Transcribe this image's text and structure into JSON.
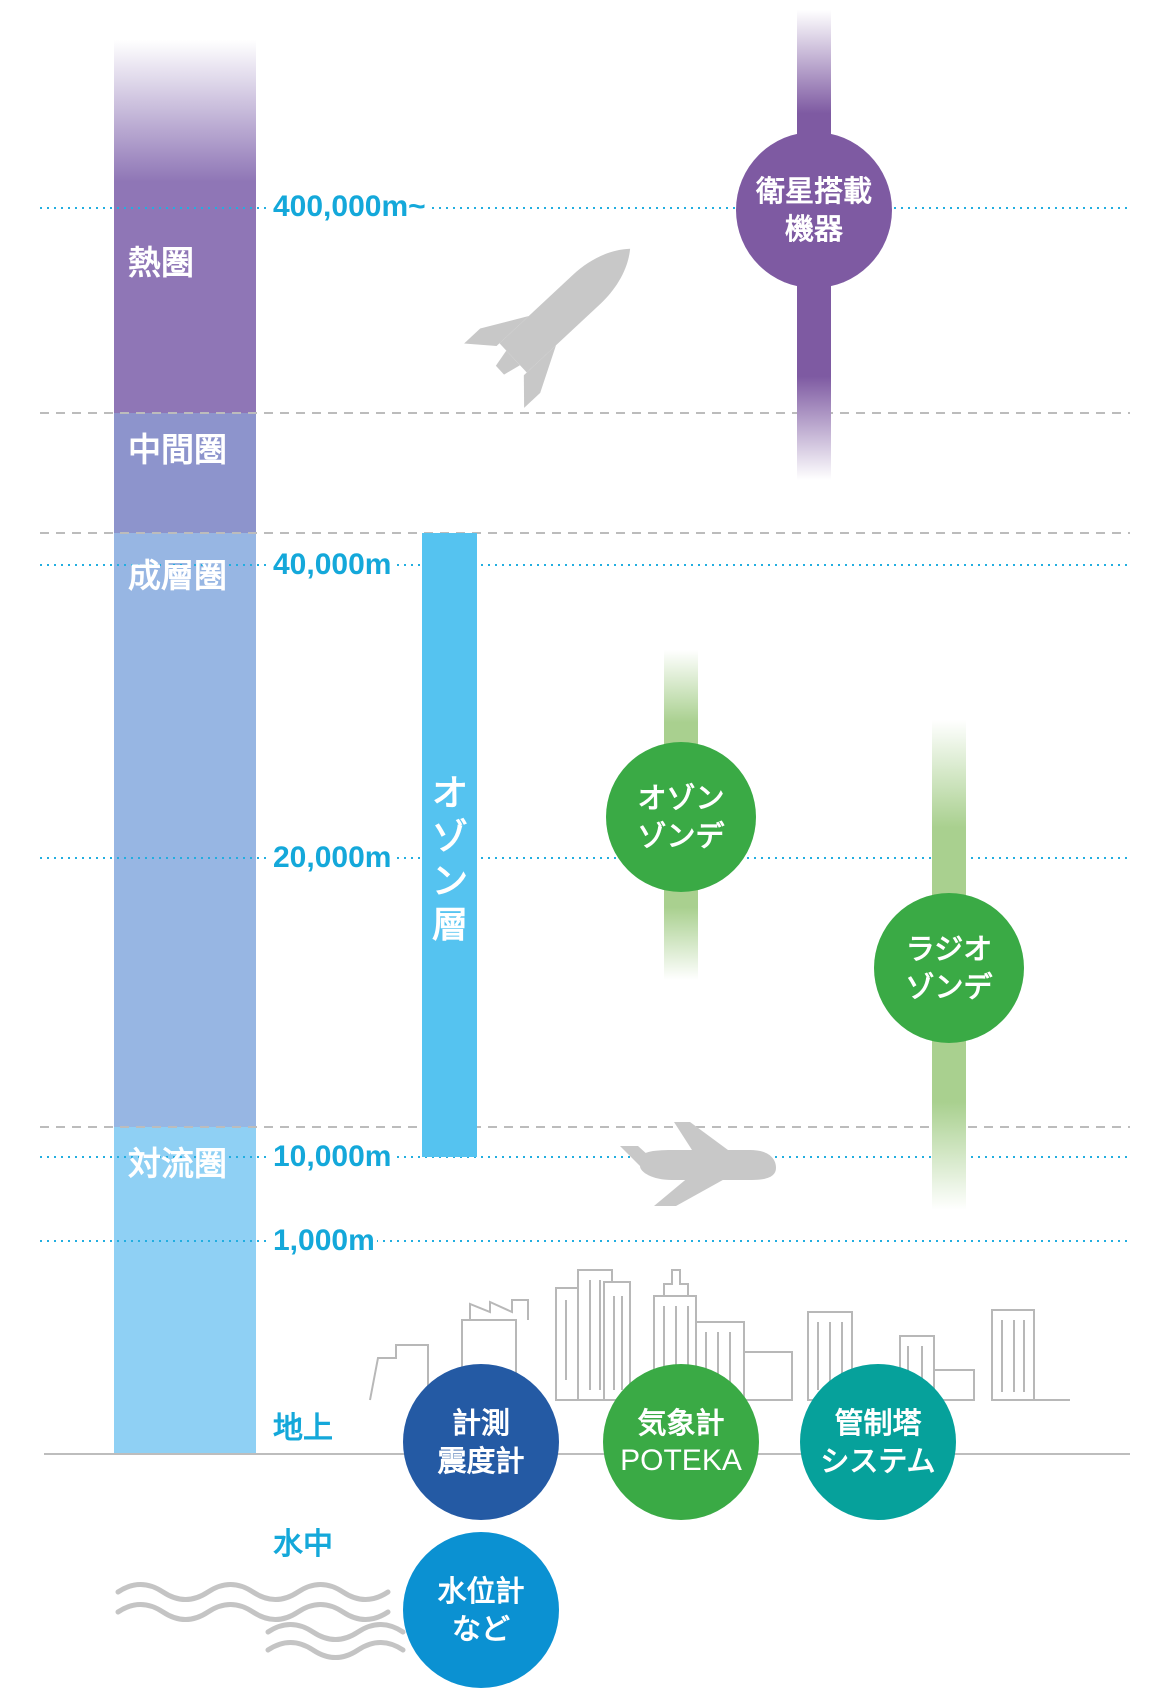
{
  "layers": {
    "thermosphere": "熱圏",
    "mesosphere": "中間圏",
    "stratosphere": "成層圏",
    "troposphere": "対流圏"
  },
  "altitudes": {
    "satellite": "400,000m~",
    "alt_40000": "40,000m",
    "alt_20000": "20,000m",
    "alt_10000": "10,000m",
    "alt_1000": "1,000m",
    "ground": "地上",
    "underwater": "水中"
  },
  "ozone_layer": [
    "オ",
    "ゾ",
    "ン",
    "層"
  ],
  "instruments": {
    "satellite": [
      "衛星搭載",
      "機器"
    ],
    "ozonesonde": [
      "オゾン",
      "ゾンデ"
    ],
    "radiosonde": [
      "ラジオ",
      "ゾンデ"
    ],
    "seismometer": [
      "計測",
      "震度計"
    ],
    "weather_station": [
      "気象計",
      "POTEKA"
    ],
    "control_tower": [
      "管制塔",
      "システム"
    ],
    "water_gauge": [
      "水位計",
      "など"
    ]
  },
  "colors": {
    "altitude_text": "#14a8da",
    "thermosphere": "#8f76b6",
    "mesosphere": "#8d94cc",
    "stratosphere": "#97b6e3",
    "troposphere": "#8fd0f4",
    "ozone": "#55c3f0",
    "satellite_circle": "#7e5aa2",
    "green_circle": "#3aaa45",
    "seismometer_circle": "#245aa4",
    "control_tower_circle": "#06a19b",
    "water_circle": "#0b91d2",
    "aircraft": "#c8c8c8"
  },
  "icons": {
    "rocket": "rocket-icon",
    "airplane": "airplane-icon",
    "city": "city-skyline-icon",
    "water": "water-waves-icon"
  }
}
